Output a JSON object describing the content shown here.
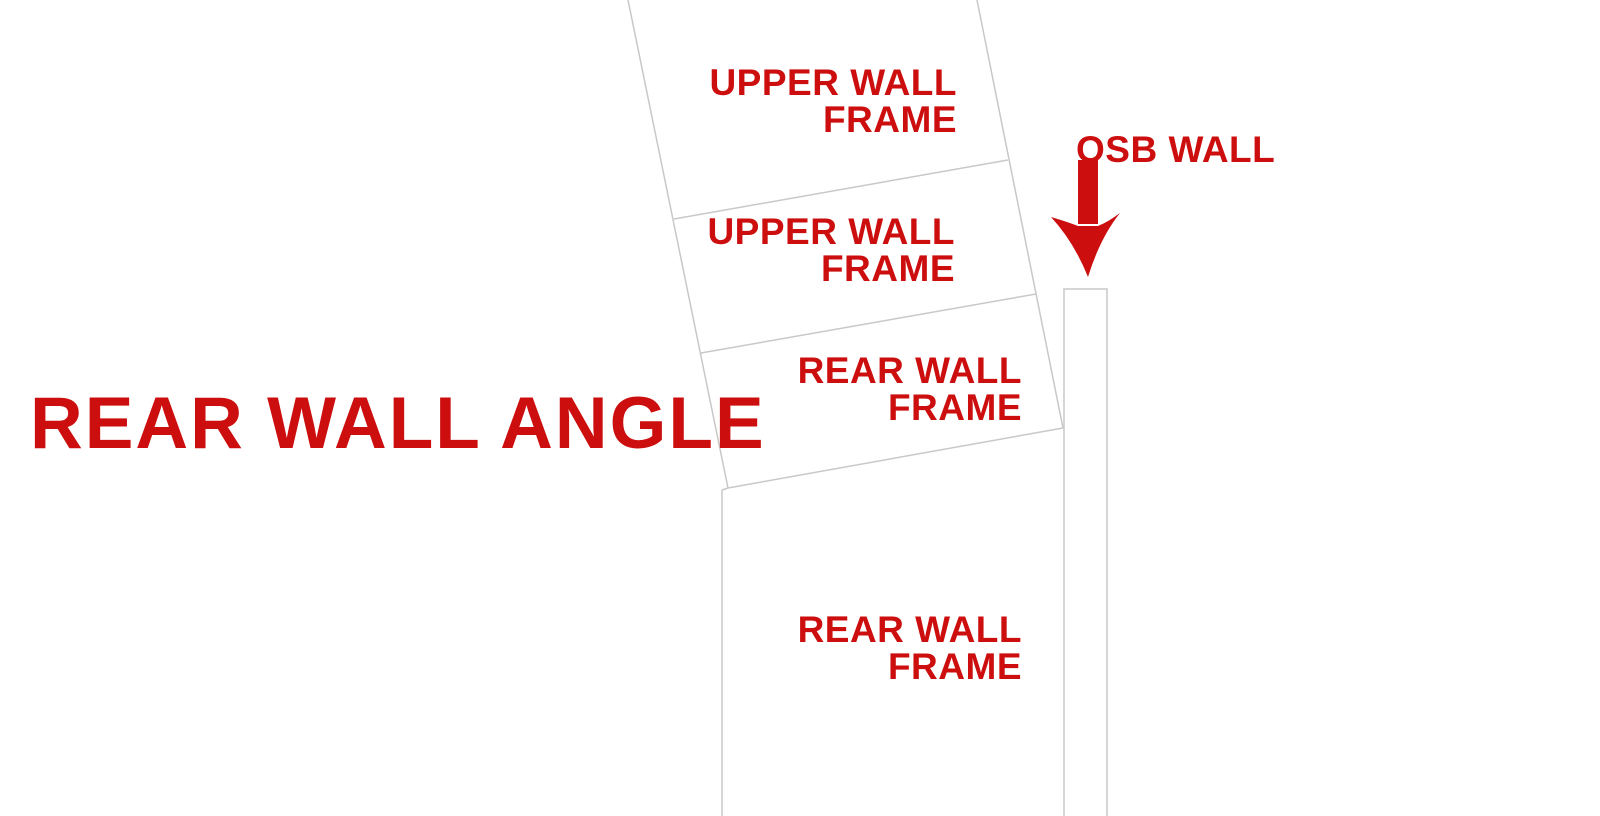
{
  "title": "REAR WALL ANGLE",
  "labels": {
    "upper_frame_1": {
      "line1": "UPPER WALL",
      "line2": "FRAME"
    },
    "upper_frame_2": {
      "line1": "UPPER WALL",
      "line2": "FRAME"
    },
    "rear_frame_1": {
      "line1": "REAR WALL",
      "line2": "FRAME"
    },
    "rear_frame_2": {
      "line1": "REAR WALL",
      "line2": "FRAME"
    },
    "osb_wall": "OSB WALL"
  },
  "colors": {
    "accent": "#cc0e0e",
    "line": "#c8c8c8"
  }
}
